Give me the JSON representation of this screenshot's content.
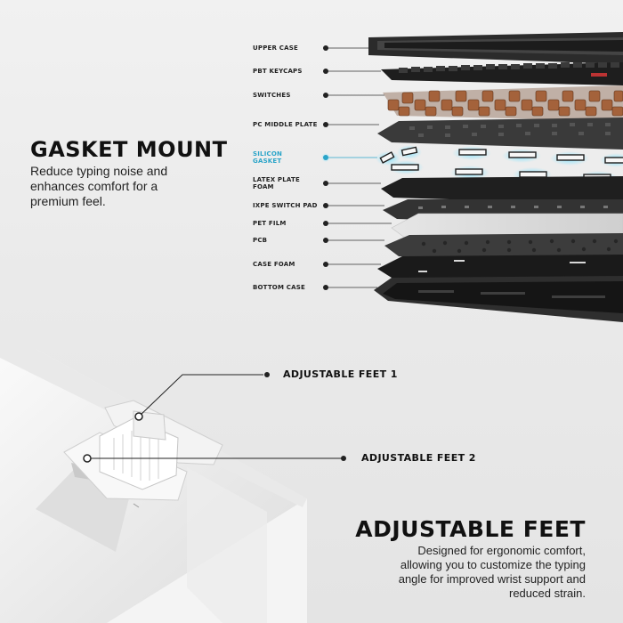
{
  "gasket": {
    "title": "GASKET MOUNT",
    "description": [
      "Reduce typing noise and",
      "enhances comfort for a",
      "premium feel."
    ]
  },
  "layers": [
    {
      "label": "UPPER CASE"
    },
    {
      "label": "PBT KEYCAPS"
    },
    {
      "label": "SWITCHES"
    },
    {
      "label": "PC MIDDLE PLATE"
    },
    {
      "label": "SILICON GASKET",
      "highlight": true
    },
    {
      "label": "LATEX PLATE FOAM"
    },
    {
      "label": "IXPE SWITCH PAD"
    },
    {
      "label": "PET FILM"
    },
    {
      "label": "PCB"
    },
    {
      "label": "CASE FOAM"
    },
    {
      "label": "BOTTOM CASE"
    }
  ],
  "callouts": {
    "feet1": "ADJUSTABLE FEET 1",
    "feet2": "ADJUSTABLE FEET 2"
  },
  "feet": {
    "title": "ADJUSTABLE FEET",
    "description": [
      "Designed for ergonomic comfort,",
      "allowing you to customize the typing",
      "angle for improved wrist support and",
      "reduced strain."
    ]
  },
  "colors": {
    "accent": "#2aa4c8",
    "dark_layer": "#2a2a2a",
    "switch_brown": "#9a5a36"
  }
}
